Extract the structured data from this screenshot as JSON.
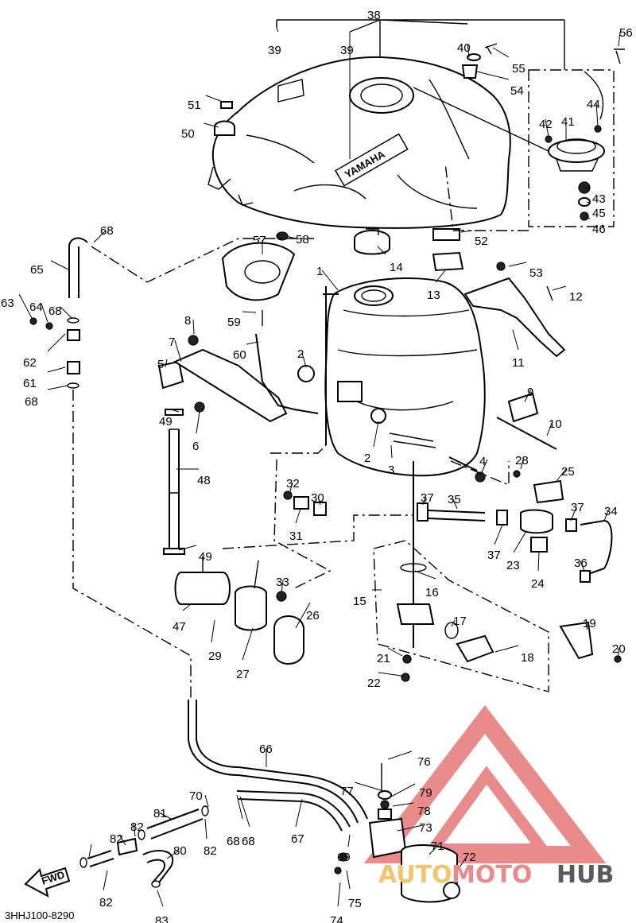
{
  "diagram_code": "3HHJ100-8290",
  "fwd_label": "FWD",
  "tank_brand": "YAMAHA",
  "watermark": {
    "text_part1": "AUTO",
    "text_part2": "MOTO",
    "text_part3": "HUB",
    "accent_color": "#e98b8b",
    "dark_color": "#5a5a5a",
    "gold_color": "#f2c46b"
  },
  "callouts": [
    "1",
    "2",
    "2",
    "3",
    "4",
    "5",
    "6",
    "7",
    "8",
    "9",
    "10",
    "11",
    "12",
    "13",
    "14",
    "15",
    "16",
    "17",
    "18",
    "19",
    "20",
    "21",
    "22",
    "23",
    "24",
    "25",
    "26",
    "27",
    "28",
    "29",
    "30",
    "31",
    "32",
    "33",
    "34",
    "35",
    "36",
    "37",
    "37",
    "37",
    "38",
    "39",
    "39",
    "40",
    "41",
    "42",
    "43",
    "44",
    "45",
    "46",
    "47",
    "48",
    "49",
    "49",
    "50",
    "51",
    "52",
    "53",
    "54",
    "55",
    "56",
    "57",
    "58",
    "59",
    "60",
    "61",
    "62",
    "63",
    "64",
    "65",
    "66",
    "67",
    "68",
    "68",
    "68",
    "68",
    "68",
    "69",
    "70",
    "71",
    "72",
    "73",
    "74",
    "75",
    "76",
    "77",
    "78",
    "79",
    "80",
    "81",
    "82",
    "82",
    "82",
    "82",
    "83"
  ]
}
